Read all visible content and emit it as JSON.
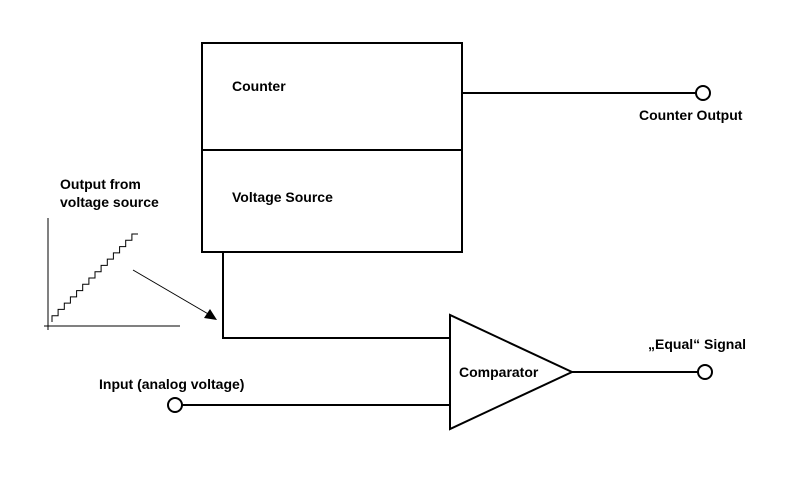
{
  "labels": {
    "counter": "Counter",
    "voltage_source": "Voltage Source",
    "counter_output": "Counter Output",
    "output_from_line1": "Output from",
    "output_from_line2": "voltage source",
    "comparator": "Comparator",
    "equal_signal": "„Equal“ Signal",
    "input": "Input (analog voltage)"
  },
  "staircase": {
    "steps": 14
  }
}
